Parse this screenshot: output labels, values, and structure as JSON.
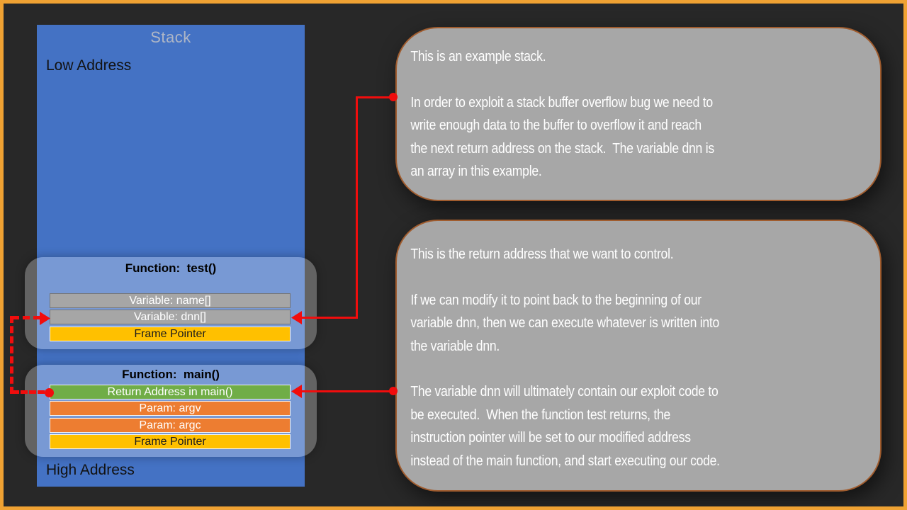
{
  "background_color": "#282828",
  "frame": {
    "border_color": "#efa233"
  },
  "stack": {
    "title": "Stack",
    "title_color": "#aeb6c6",
    "fill": "#4472c4",
    "low_address_label": "Low Address",
    "high_address_label": "High Address",
    "frames": [
      {
        "title": "Function:  test()",
        "bars": [
          {
            "label": "Variable: name[]",
            "fill": "#a6a6a6",
            "text_color": "#ffffff"
          },
          {
            "label": "Variable: dnn[]",
            "fill": "#a6a6a6",
            "text_color": "#ffffff"
          },
          {
            "label": "Frame Pointer",
            "fill": "#ffc000",
            "text_color": "#1c1c1c"
          }
        ]
      },
      {
        "title": "Function:  main()",
        "bars": [
          {
            "label": "Return Address in main()",
            "fill": "#70ad47",
            "text_color": "#ffffff"
          },
          {
            "label": "Param: argv",
            "fill": "#ed7d31",
            "text_color": "#ffffff"
          },
          {
            "label": "Param: argc",
            "fill": "#ed7d31",
            "text_color": "#ffffff"
          },
          {
            "label": "Frame Pointer",
            "fill": "#ffc000",
            "text_color": "#1c1c1c"
          }
        ]
      }
    ]
  },
  "callout_style": {
    "fill": "#a7a7a7",
    "border_color": "#a05c2e",
    "text_color": "#ffffff"
  },
  "callouts": [
    {
      "text": "This is an example stack.\n\nIn order to exploit a stack buffer overflow bug we need to\nwrite enough data to the buffer to overflow it and reach\nthe next return address on the stack.  The variable dnn is\nan array in this example."
    },
    {
      "text": "This is the return address that we want to control.\n\nIf we can modify it to point back to the beginning of our\nvariable dnn, then we can execute whatever is written into\nthe variable dnn.\n\nThe variable dnn will ultimately contain our exploit code to\nbe executed.  When the function test returns, the\ninstruction pointer will be set to our modified address\ninstead of the main function, and start executing our code."
    }
  ],
  "arrow_color": "#f10d0d"
}
